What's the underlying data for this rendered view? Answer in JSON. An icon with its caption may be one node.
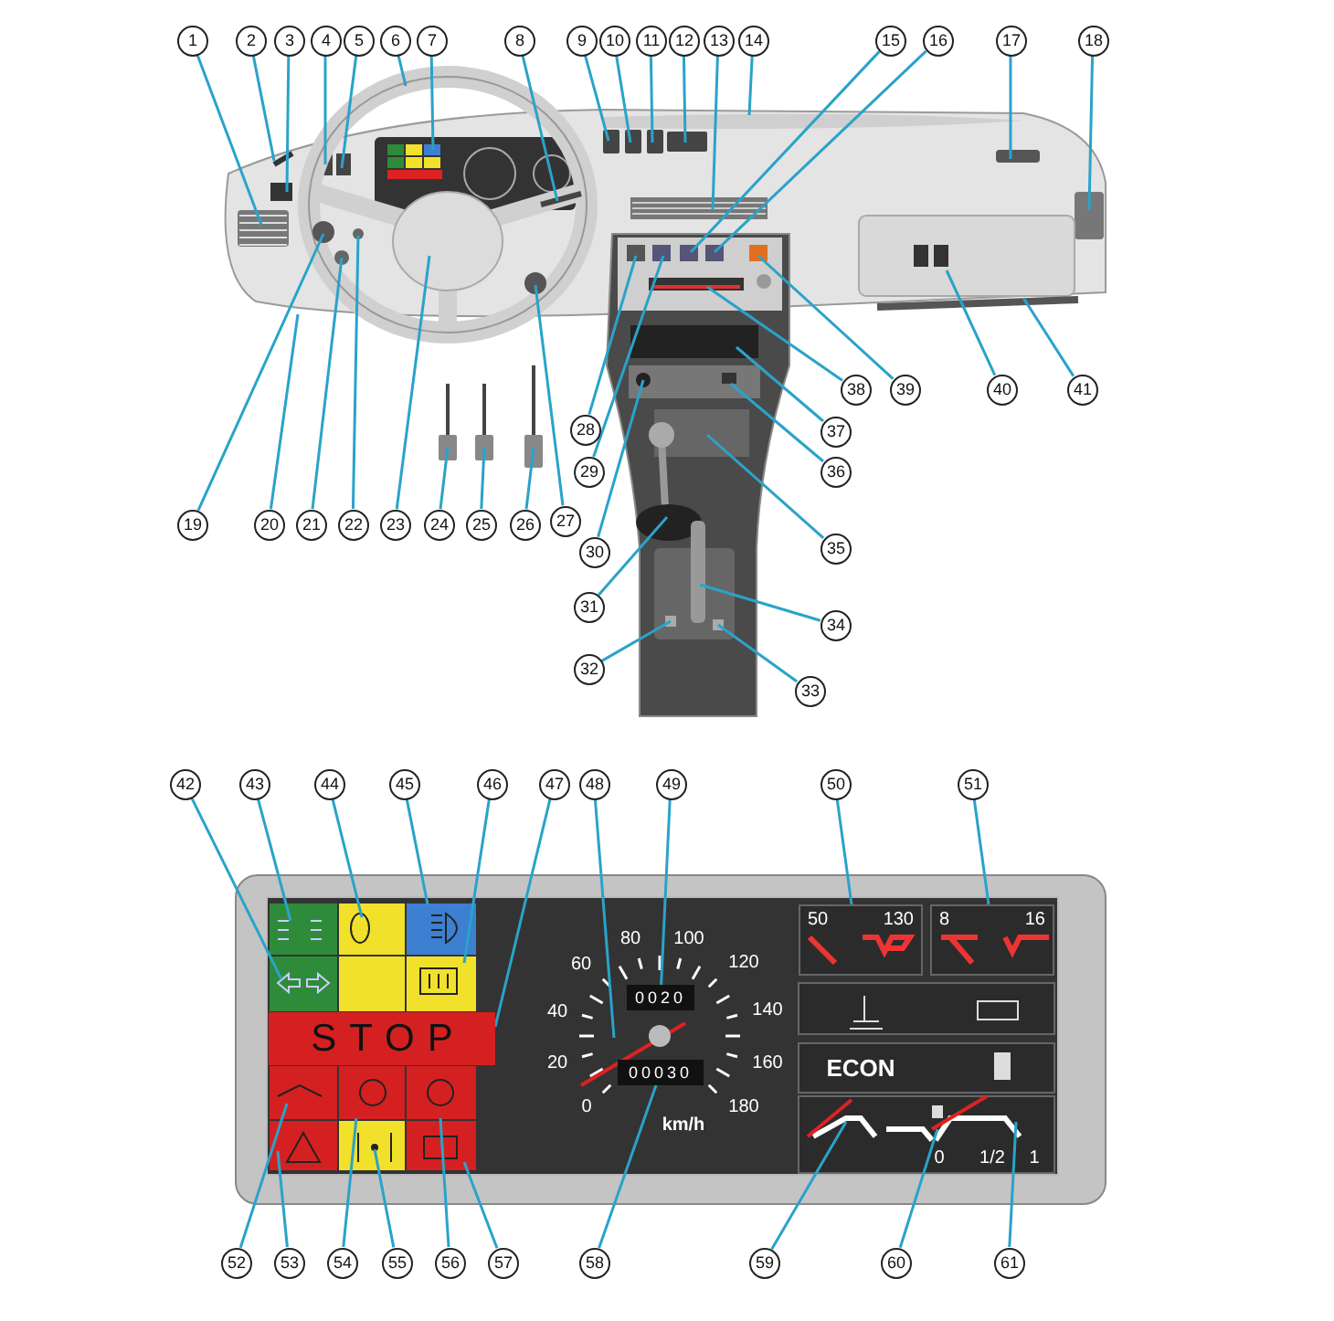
{
  "diagram": {
    "nodes": [
      {
        "text": [
          "1"
        ]
      },
      {
        "text": [
          "2"
        ]
      },
      {
        "text": [
          "3"
        ]
      },
      {
        "text": [
          "4"
        ]
      },
      {
        "text": [
          "5"
        ]
      },
      {
        "text": [
          "6"
        ]
      },
      {
        "text": [
          "7"
        ]
      },
      {
        "text": [
          "8"
        ]
      },
      {
        "text": [
          "9"
        ]
      },
      {
        "text": [
          "10"
        ]
      },
      {
        "text": [
          "11"
        ]
      },
      {
        "text": [
          "12"
        ]
      },
      {
        "text": [
          "13"
        ]
      },
      {
        "text": [
          "14"
        ]
      },
      {
        "text": [
          "15"
        ]
      },
      {
        "text": [
          "16"
        ]
      },
      {
        "text": [
          "17"
        ]
      },
      {
        "text": [
          "18"
        ]
      },
      {
        "text": [
          "19"
        ]
      },
      {
        "text": [
          "20"
        ]
      },
      {
        "text": [
          "21"
        ]
      },
      {
        "text": [
          "22"
        ]
      },
      {
        "text": [
          "23"
        ]
      },
      {
        "text": [
          "24"
        ]
      },
      {
        "text": [
          "25"
        ]
      },
      {
        "text": [
          "26"
        ]
      },
      {
        "text": [
          "27"
        ]
      },
      {
        "text": [
          "28"
        ]
      },
      {
        "text": [
          "29"
        ]
      },
      {
        "text": [
          "30"
        ]
      },
      {
        "text": [
          "31"
        ]
      },
      {
        "text": [
          "32"
        ]
      },
      {
        "text": [
          "33"
        ]
      },
      {
        "text": [
          "34"
        ]
      },
      {
        "text": [
          "35"
        ]
      },
      {
        "text": [
          "36"
        ]
      },
      {
        "text": [
          "37"
        ]
      },
      {
        "text": [
          "38"
        ]
      },
      {
        "text": [
          "39"
        ]
      },
      {
        "text": [
          "40"
        ]
      },
      {
        "text": [
          "41"
        ]
      },
      {
        "text": [
          "42"
        ]
      },
      {
        "text": [
          "43"
        ]
      },
      {
        "text": [
          "44"
        ]
      },
      {
        "text": [
          "45"
        ]
      },
      {
        "text": [
          "46"
        ]
      },
      {
        "text": [
          "47"
        ]
      },
      {
        "text": [
          "48"
        ]
      },
      {
        "text": [
          "49"
        ]
      },
      {
        "text": [
          "50"
        ]
      },
      {
        "text": [
          "51"
        ]
      },
      {
        "text": [
          "52"
        ]
      },
      {
        "text": [
          "53"
        ]
      },
      {
        "text": [
          "54"
        ]
      },
      {
        "text": [
          "55"
        ]
      },
      {
        "text": [
          "56"
        ]
      },
      {
        "text": [
          "57"
        ]
      },
      {
        "text": [
          "58"
        ]
      },
      {
        "text": [
          "59"
        ]
      },
      {
        "text": [
          "60"
        ]
      },
      {
        "text": [
          "61"
        ]
      },
      {
        "text": [
          "STOP"
        ]
      },
      {
        "text": [
          "50",
          "130"
        ]
      },
      {
        "text": [
          "8",
          "16"
        ]
      },
      {
        "text": [
          "0020"
        ]
      },
      {
        "text": [
          "00030"
        ]
      }
    ],
    "edges": [
      {
        "from": 0,
        "to": null,
        "arrow": "none"
      },
      {
        "from": 1,
        "to": null,
        "arrow": "none"
      },
      {
        "from": 2,
        "to": null,
        "arrow": "none"
      },
      {
        "from": 3,
        "to": null,
        "arrow": "none"
      },
      {
        "from": 4,
        "to": null,
        "arrow": "none"
      },
      {
        "from": 5,
        "to": null,
        "arrow": "none"
      },
      {
        "from": 6,
        "to": null,
        "arrow": "none"
      },
      {
        "from": 7,
        "to": null,
        "arrow": "none"
      },
      {
        "from": 8,
        "to": null,
        "arrow": "none"
      },
      {
        "from": 9,
        "to": null,
        "arrow": "none"
      },
      {
        "from": 10,
        "to": null,
        "arrow": "none"
      },
      {
        "from": 11,
        "to": null,
        "arrow": "none"
      },
      {
        "from": 12,
        "to": null,
        "arrow": "none"
      },
      {
        "from": 13,
        "to": null,
        "arrow": "none"
      },
      {
        "from": 14,
        "to": null,
        "arrow": "none"
      },
      {
        "from": 15,
        "to": null,
        "arrow": "none"
      },
      {
        "from": 16,
        "to": null,
        "arrow": "none"
      },
      {
        "from": 17,
        "to": null,
        "arrow": "none"
      },
      {
        "from": 18,
        "to": null,
        "arrow": "none"
      },
      {
        "from": 19,
        "to": null,
        "arrow": "none"
      },
      {
        "from": 20,
        "to": null,
        "arrow": "none"
      },
      {
        "from": 21,
        "to": null,
        "arrow": "none"
      },
      {
        "from": 22,
        "to": null,
        "arrow": "none"
      },
      {
        "from": 23,
        "to": null,
        "arrow": "none"
      },
      {
        "from": 24,
        "to": null,
        "arrow": "none"
      },
      {
        "from": 25,
        "to": null,
        "arrow": "none"
      },
      {
        "from": 26,
        "to": null,
        "arrow": "none"
      },
      {
        "from": 27,
        "to": null,
        "arrow": "none"
      },
      {
        "from": 28,
        "to": null,
        "arrow": "none"
      },
      {
        "from": 29,
        "to": null,
        "arrow": "none"
      },
      {
        "from": 30,
        "to": null,
        "arrow": "none"
      },
      {
        "from": 31,
        "to": null,
        "arrow": "none"
      },
      {
        "from": 32,
        "to": null,
        "arrow": "none"
      },
      {
        "from": 33,
        "to": null,
        "arrow": "none"
      },
      {
        "from": 34,
        "to": null,
        "arrow": "none"
      },
      {
        "from": 35,
        "to": null,
        "arrow": "none"
      },
      {
        "from": 36,
        "to": null,
        "arrow": "none"
      },
      {
        "from": 37,
        "to": null,
        "arrow": "none"
      },
      {
        "from": 38,
        "to": null,
        "arrow": "none"
      },
      {
        "from": 39,
        "to": null,
        "arrow": "none"
      },
      {
        "from": 40,
        "to": null,
        "arrow": "none"
      },
      {
        "from": 41,
        "to": null,
        "arrow": "none"
      },
      {
        "from": 42,
        "to": null,
        "arrow": "none"
      },
      {
        "from": 43,
        "to": null,
        "arrow": "none"
      },
      {
        "from": 44,
        "to": null,
        "arrow": "none"
      },
      {
        "from": 45,
        "to": null,
        "arrow": "none"
      },
      {
        "from": 46,
        "to": 61,
        "arrow": "none"
      },
      {
        "from": 47,
        "to": null,
        "arrow": "none"
      },
      {
        "from": 48,
        "to": 64,
        "arrow": "none"
      },
      {
        "from": 49,
        "to": 62,
        "arrow": "none"
      },
      {
        "from": 50,
        "to": 63,
        "arrow": "none"
      },
      {
        "from": 51,
        "to": null,
        "arrow": "none"
      },
      {
        "from": 52,
        "to": null,
        "arrow": "none"
      },
      {
        "from": 53,
        "to": null,
        "arrow": "none"
      },
      {
        "from": 54,
        "to": null,
        "arrow": "none"
      },
      {
        "from": 55,
        "to": null,
        "arrow": "none"
      },
      {
        "from": 56,
        "to": null,
        "arrow": "none"
      },
      {
        "from": 57,
        "to": 65,
        "arrow": "none"
      },
      {
        "from": 58,
        "to": null,
        "arrow": "none"
      },
      {
        "from": 59,
        "to": null,
        "arrow": "none"
      },
      {
        "from": 60,
        "to": null,
        "arrow": "none"
      }
    ],
    "labels": [
      "80",
      "100",
      "60",
      "120",
      "40",
      "140",
      "20",
      "160",
      "ECON",
      "0",
      "180",
      "km/h",
      "0",
      "1/2",
      "1"
    ]
  }
}
